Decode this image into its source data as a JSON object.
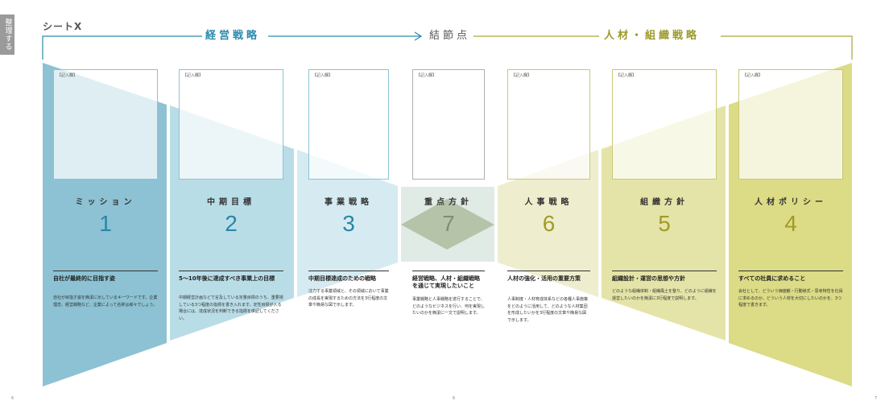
{
  "side_tab": "整理する",
  "sheet_title": "シートX",
  "header": {
    "management": "経営戦略",
    "node": "結節点",
    "hr": "人材・組織戦略"
  },
  "box_label": "【記入欄】",
  "colors": {
    "blue_dark": "#8cc2d3",
    "blue_light": "#b9dde7",
    "blue_pale": "#d5ebf1",
    "gray_green": "#b5c4a8",
    "green_pale": "#eeeecf",
    "green_light": "#e5e4a8",
    "green_dark": "#dcdb86",
    "blue_text": "#2a86a8",
    "green_text": "#a09c26"
  },
  "columns": [
    {
      "title": "ミッション",
      "number": "1",
      "subtitle": "自社が最終的に目指す姿",
      "desc": "自社が目指す姿を簡潔に示しているキーワードです。企業理念、経営戦略など、企業によって名称は様々でしょう。"
    },
    {
      "title": "中期目標",
      "number": "2",
      "subtitle": "5〜10年後に達成すべき事業上の目標",
      "desc": "中期経営計画などで言及している定量目標のうち、重要視している3つ程度の指標を書き入れます。定性目標が入る場合には、達成状況を判断できる指標を併記してください。"
    },
    {
      "title": "事業戦略",
      "number": "3",
      "subtitle": "中期目標達成のための戦略",
      "desc": "注力する事業領域と、その領域において事業の成長を実現するための方法を3行程度の文章や簡易な図で示します。"
    },
    {
      "title": "重点方針",
      "number": "7",
      "subtitle": "経営戦略、人材・組織戦略を通じて実現したいこと",
      "desc": "事業戦略と人事戦略を遂行することで、どのようなビジネスを行い、何を実現したいのかを簡潔に一文で説明します。"
    },
    {
      "title": "人事戦略",
      "number": "6",
      "subtitle": "人材の強化・活用の重要方策",
      "desc": "人事制度・人材育成体系などの各種人事施策をどのように活用して、どのような人材集団を形成したいかを3行程度の文章や簡易な図で示します。"
    },
    {
      "title": "組織方針",
      "number": "5",
      "subtitle": "組織設計・運営の思想や方針",
      "desc": "どのような組織体制・組織風土を整り、どのように組織を運営したいのかを簡潔に3行程度で説明します。"
    },
    {
      "title": "人材ポリシー",
      "number": "4",
      "subtitle": "すべての社員に求めること",
      "desc": "会社として、どういう価値観・行動様式・思考特性を社員に求めるのか、どういう人材を大切にしたいのかを、3つ程度で書きます。"
    }
  ],
  "page_numbers": [
    "6",
    "6",
    "7"
  ]
}
